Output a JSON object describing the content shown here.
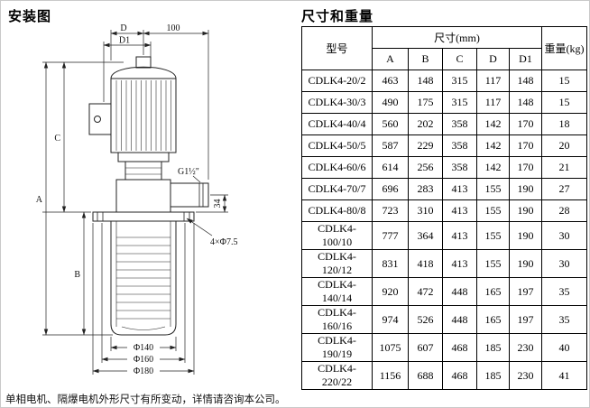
{
  "page": {
    "left_title": "安装图",
    "right_title": "尺寸和重量",
    "footnote": "单相电机、隔爆电机外形尺寸有所变动，详情请咨询本公司。"
  },
  "drawing": {
    "dim_d": "D",
    "dim_d1": "D1",
    "dim_100": "100",
    "dim_a": "A",
    "dim_b": "B",
    "dim_c": "C",
    "dim_g": "G1½\"",
    "dim_34": "34",
    "dim_holes": "4×Φ7.5",
    "dim_phi140": "Φ140",
    "dim_phi160": "Φ160",
    "dim_phi180": "Φ180"
  },
  "table": {
    "col_model": "型号",
    "col_dims": "尺寸(mm)",
    "col_weight": "重量(kg)",
    "dim_cols": [
      "A",
      "B",
      "C",
      "D",
      "D1"
    ],
    "rows": [
      {
        "model": "CDLK4-20/2",
        "a": "463",
        "b": "148",
        "c": "315",
        "d": "117",
        "d1": "148",
        "w": "15"
      },
      {
        "model": "CDLK4-30/3",
        "a": "490",
        "b": "175",
        "c": "315",
        "d": "117",
        "d1": "148",
        "w": "15"
      },
      {
        "model": "CDLK4-40/4",
        "a": "560",
        "b": "202",
        "c": "358",
        "d": "142",
        "d1": "170",
        "w": "18"
      },
      {
        "model": "CDLK4-50/5",
        "a": "587",
        "b": "229",
        "c": "358",
        "d": "142",
        "d1": "170",
        "w": "20"
      },
      {
        "model": "CDLK4-60/6",
        "a": "614",
        "b": "256",
        "c": "358",
        "d": "142",
        "d1": "170",
        "w": "21"
      },
      {
        "model": "CDLK4-70/7",
        "a": "696",
        "b": "283",
        "c": "413",
        "d": "155",
        "d1": "190",
        "w": "27"
      },
      {
        "model": "CDLK4-80/8",
        "a": "723",
        "b": "310",
        "c": "413",
        "d": "155",
        "d1": "190",
        "w": "28"
      },
      {
        "model": "CDLK4-100/10",
        "a": "777",
        "b": "364",
        "c": "413",
        "d": "155",
        "d1": "190",
        "w": "30"
      },
      {
        "model": "CDLK4-120/12",
        "a": "831",
        "b": "418",
        "c": "413",
        "d": "155",
        "d1": "190",
        "w": "30"
      },
      {
        "model": "CDLK4-140/14",
        "a": "920",
        "b": "472",
        "c": "448",
        "d": "165",
        "d1": "197",
        "w": "35"
      },
      {
        "model": "CDLK4-160/16",
        "a": "974",
        "b": "526",
        "c": "448",
        "d": "165",
        "d1": "197",
        "w": "35"
      },
      {
        "model": "CDLK4-190/19",
        "a": "1075",
        "b": "607",
        "c": "468",
        "d": "185",
        "d1": "230",
        "w": "40"
      },
      {
        "model": "CDLK4-220/22",
        "a": "1156",
        "b": "688",
        "c": "468",
        "d": "185",
        "d1": "230",
        "w": "41"
      }
    ]
  }
}
